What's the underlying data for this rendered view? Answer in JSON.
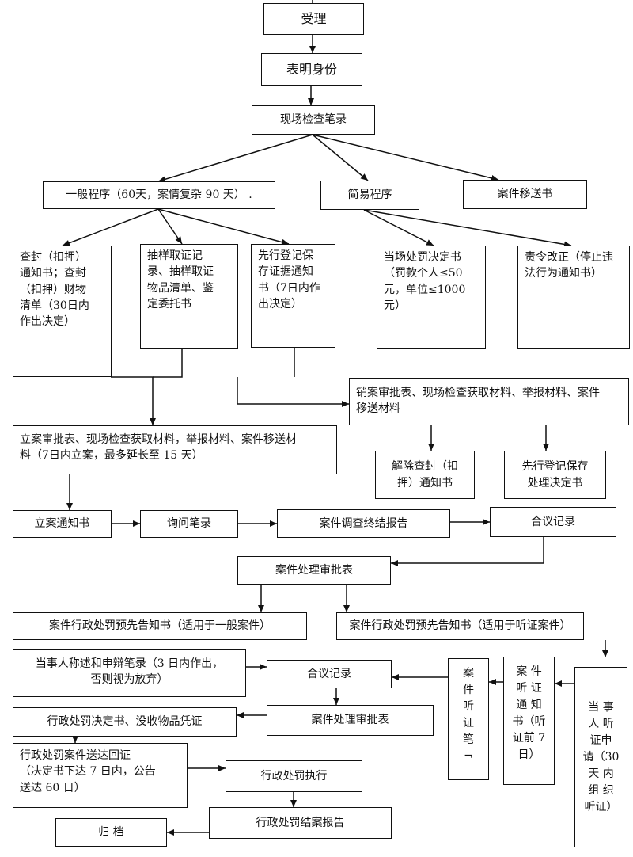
{
  "nodes": {
    "shouli": "受理",
    "biaoming": "表明身份",
    "xianchang": "现场检查笔录",
    "yiban": "一般程序（60天，案情复杂  90 天）  .",
    "jianyi": "简易程序",
    "yisong": "案件移送书",
    "chafeng": "查封（扣押）\n通知书；查封\n（扣押）财物\n清单（30日内\n作出决定）",
    "chouyang": "抽样取证记\n录、抽样取证\n物品清单、鉴\n定委托书",
    "xianxing": "先行登记保\n存证据通知\n书（7日内作\n出决定）",
    "dangchang": "当场处罚决定书\n（罚款个人≤50\n元，单位≤1000\n元）",
    "zeling": "责令改正（停止违\n法行为通知书）",
    "xiaoan": "销案审批表、现场检查获取材料、举报材料、案件\n移送材料",
    "lianshenpi": "立案审批表、现场检查获取材料，举报材料、案件移送材\n料（7日内立案，最多延长至 15 天）",
    "jiechu": "解除查封（扣\n押）通知书",
    "xianxing_chuli": "先行登记保存\n处理决定书",
    "lian_tongzhi": "立案通知书",
    "xunwen": "询问笔录",
    "diaocha": "案件调查终结报告",
    "heyi1": "合议记录",
    "shenpi1": "案件处理审批表",
    "yugao_yiban": "案件行政处罚预先告知书（适用于一般案件）",
    "yugao_tingzheng": "案件行政处罚预先告知书（适用于听证案件）",
    "chenshu": "当事人称述和申辩笔录（3 日内作出，\n否则视为放弃）",
    "heyi2": "合议记录",
    "shenpi2": "案件处理审批表",
    "jueding": "行政处罚决定书、没收物品凭证",
    "songda": "行政处罚案件送达回证\n（决定书下达 7 日内，公告\n送达 60 日）",
    "zhixing": "行政处罚执行",
    "jiean": "行政处罚结案报告",
    "guidang": "归      档"
  },
  "vertical_nodes": {
    "tingzheng_bilu": [
      "案",
      "件",
      "听",
      "证",
      "笔",
      "¬"
    ],
    "tingzheng_tongzhi": [
      "案  件",
      "听  证",
      "通  知",
      "书（听",
      "证前 7",
      "日）"
    ],
    "shenqing": [
      "当  事",
      "人  听",
      "证申",
      "请（30",
      "天  内",
      "组  织",
      "听证）"
    ]
  }
}
